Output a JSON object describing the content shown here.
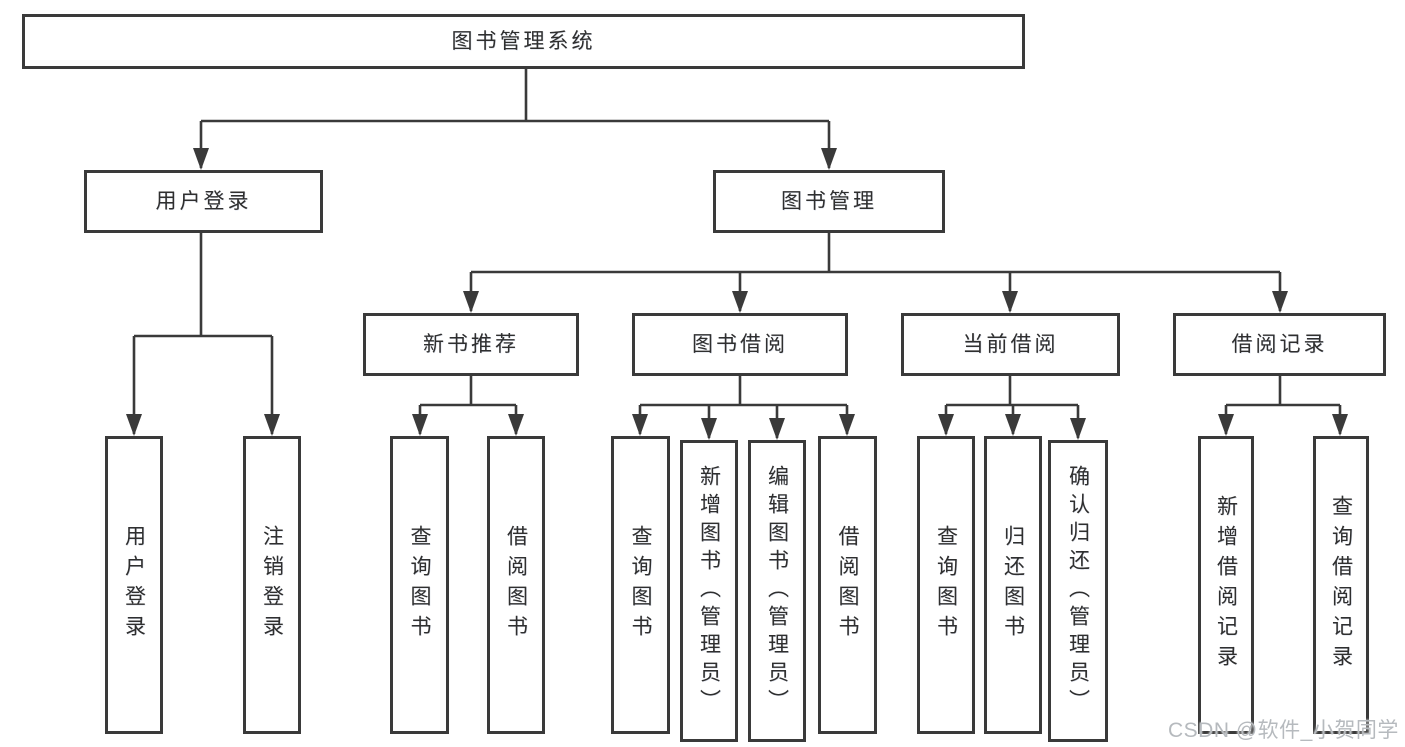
{
  "diagram": {
    "title": "图书管理系统",
    "branches": [
      {
        "label": "用户登录",
        "children": [
          "用户登录",
          "注销登录"
        ]
      },
      {
        "label": "图书管理",
        "sections": [
          {
            "label": "新书推荐",
            "children": [
              "查询图书",
              "借阅图书"
            ]
          },
          {
            "label": "图书借阅",
            "children": [
              "查询图书",
              "新增图书（管理员）",
              "编辑图书（管理员）",
              "借阅图书"
            ]
          },
          {
            "label": "当前借阅",
            "children": [
              "查询图书",
              "归还图书",
              "确认归还（管理员）"
            ]
          },
          {
            "label": "借阅记录",
            "children": [
              "新增借阅记录",
              "查询借阅记录"
            ]
          }
        ]
      }
    ],
    "watermark": "CSDN @软件_小贺同学",
    "colors": {
      "line": "#3a3a3a",
      "text": "#2f2f2f",
      "watermark": "#b6babe",
      "background": "#ffffff"
    }
  }
}
